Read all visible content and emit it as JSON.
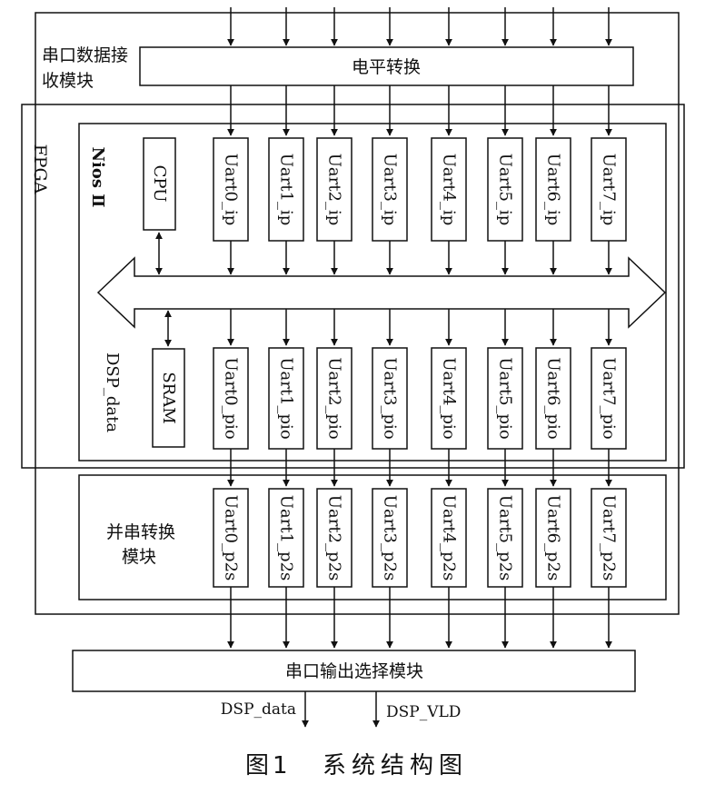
{
  "labels": {
    "serial_rx_module_line1": "串口数据接",
    "serial_rx_module_line2": "收模块",
    "level_convert": "电平转换",
    "fpga": "FPGA",
    "nios": "Nios Ⅱ",
    "cpu": "CPU",
    "sram": "SRAM",
    "dsp_data_vertical": "DSP_data",
    "p2s_module_line1": "并串转换",
    "p2s_module_line2": "模块",
    "output_select": "串口输出选择模块",
    "dsp_data_out": "DSP_data",
    "dsp_vld_out": "DSP_VLD",
    "caption_num": "图1",
    "caption_text": "系统结构图"
  },
  "uart_ip": [
    "Uart0_ip",
    "Uart1_ip",
    "Uart2_ip",
    "Uart3_ip",
    "Uart4_ip",
    "Uart5_ip",
    "Uart6_ip",
    "Uart7_ip"
  ],
  "uart_pio": [
    "Uart0_pio",
    "Uart1_pio",
    "Uart2_pio",
    "Uart3_pio",
    "Uart4_pio",
    "Uart5_pio",
    "Uart6_pio",
    "Uart7_pio"
  ],
  "uart_p2s": [
    "Uart0_p2s",
    "Uart1_p2s",
    "Uart2_p2s",
    "Uart3_p2s",
    "Uart4_p2s",
    "Uart5_p2s",
    "Uart6_p2s",
    "Uart7_p2s"
  ]
}
